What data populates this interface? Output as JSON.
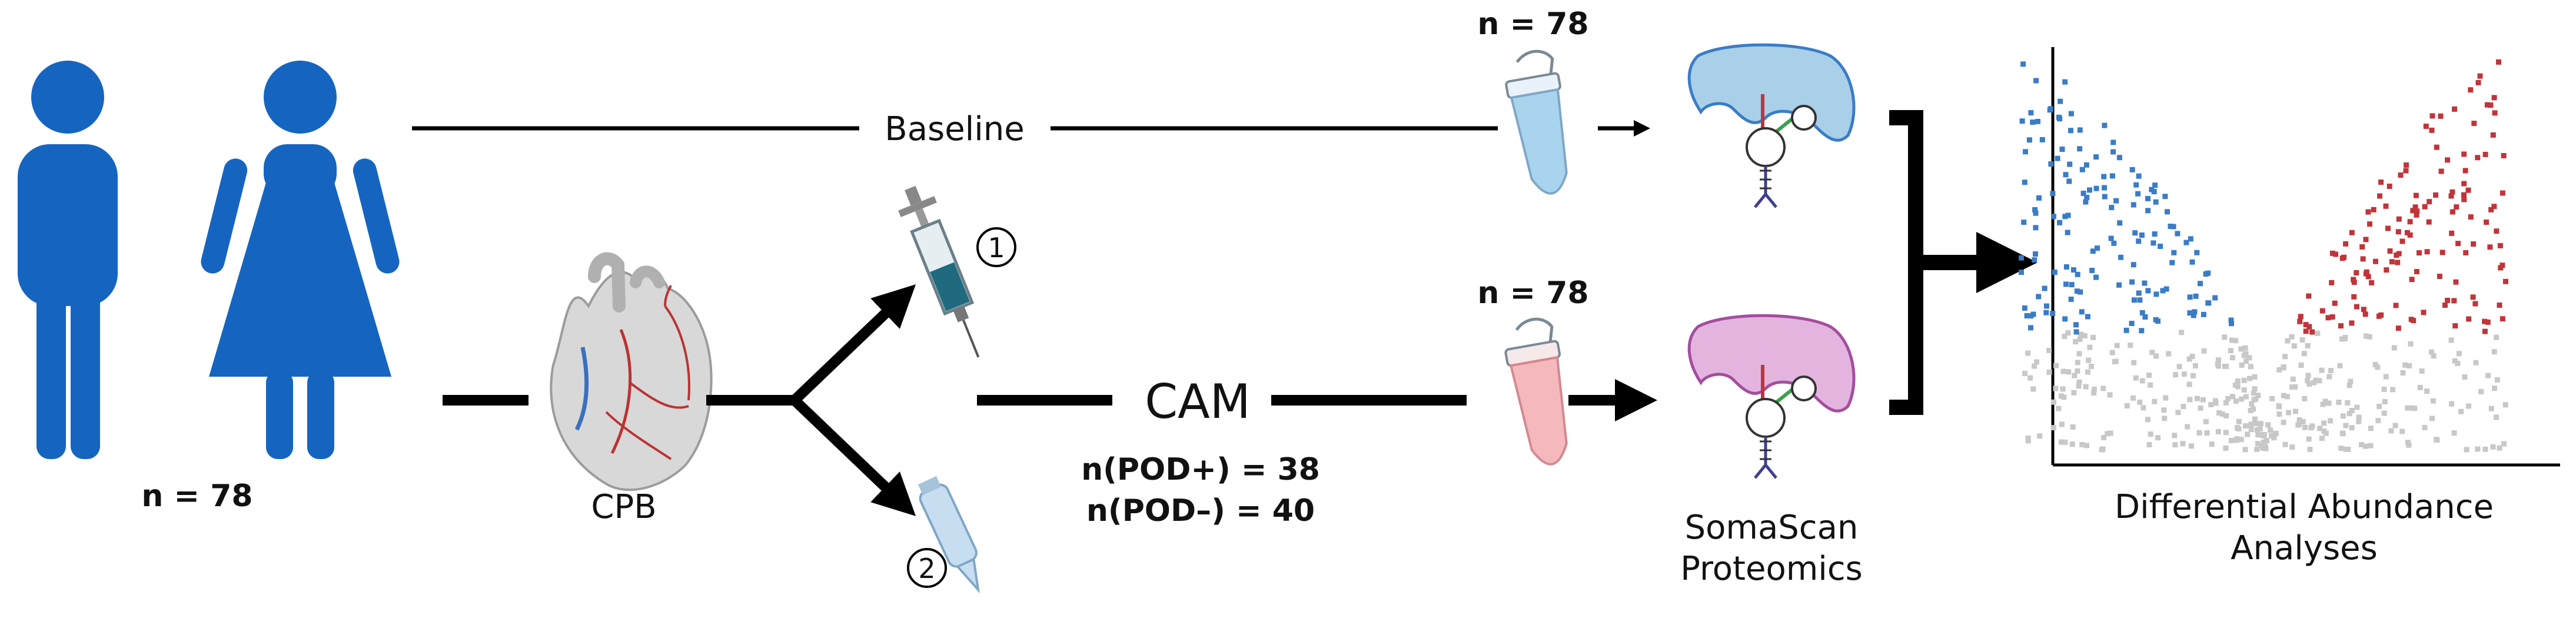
{
  "cohort": {
    "n_label": "n = 78"
  },
  "surgery": {
    "label": "CPB"
  },
  "baseline": {
    "label": "Baseline",
    "n_label": "n = 78"
  },
  "cam": {
    "label": "CAM",
    "n_pos": "n(POD+) = 38",
    "n_neg": "n(POD–) = 40",
    "n_label": "n = 78"
  },
  "markers": {
    "one": "1",
    "two": "2"
  },
  "proteomics": {
    "line1": "SomaScan",
    "line2": "Proteomics"
  },
  "analysis": {
    "line1": "Differential Abundance",
    "line2": "Analyses"
  },
  "colors": {
    "people": "#1565C0",
    "tube_blue": "#a9d4ee",
    "tube_red": "#f4b8bd",
    "aptamer_blue": "#a9cfe9",
    "aptamer_pink": "#e3b5de",
    "volcano_blue": "#3a7cc6",
    "volcano_red": "#c0343a",
    "volcano_grey": "#c8c8c8"
  },
  "icons": [
    "man-icon",
    "woman-icon",
    "heart-icon",
    "syringe-icon",
    "pipette-icon",
    "tube-icon",
    "aptamer-icon",
    "volcano-plot"
  ]
}
